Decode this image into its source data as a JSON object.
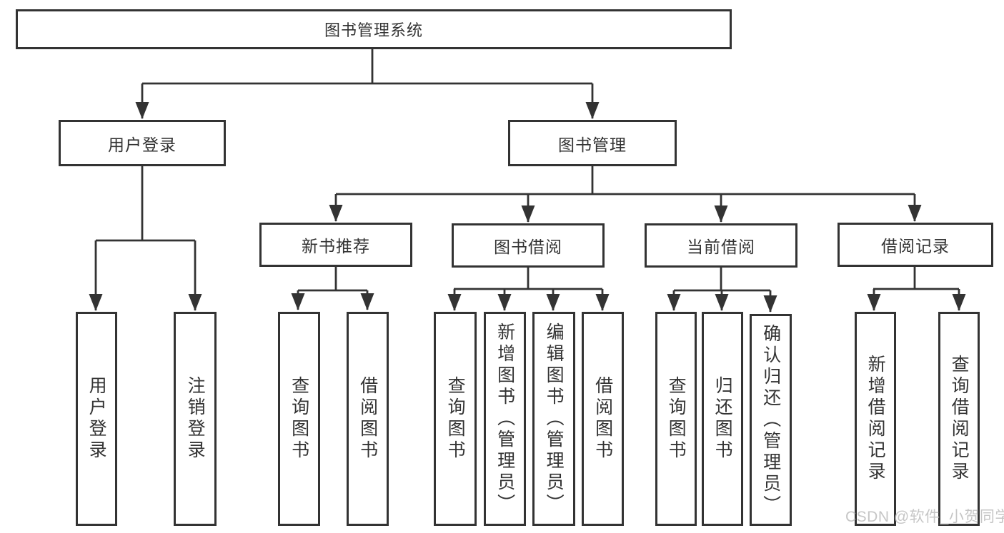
{
  "colors": {
    "line": "#333333",
    "text": "#333333",
    "box_background": "#ffffff",
    "page_background": "#ffffff",
    "watermark": "#c3c3c3"
  },
  "watermark": {
    "text": "CSDN @软件_小贺同学"
  },
  "tree": {
    "root": {
      "label": "图书管理系统"
    },
    "branches": [
      {
        "label": "用户登录",
        "children": [
          {
            "label": "用户登录"
          },
          {
            "label": "注销登录"
          }
        ]
      },
      {
        "label": "图书管理",
        "children": [
          {
            "label": "新书推荐",
            "children": [
              {
                "label": "查询图书"
              },
              {
                "label": "借阅图书"
              }
            ]
          },
          {
            "label": "图书借阅",
            "children": [
              {
                "label": "查询图书"
              },
              {
                "label": "新增图书（管理员）"
              },
              {
                "label": "编辑图书（管理员）"
              },
              {
                "label": "借阅图书"
              }
            ]
          },
          {
            "label": "当前借阅",
            "children": [
              {
                "label": "查询图书"
              },
              {
                "label": "归还图书"
              },
              {
                "label": "确认归还（管理员）"
              }
            ]
          },
          {
            "label": "借阅记录",
            "children": [
              {
                "label": "新增借阅记录"
              },
              {
                "label": "查询借阅记录"
              }
            ]
          }
        ]
      }
    ]
  }
}
